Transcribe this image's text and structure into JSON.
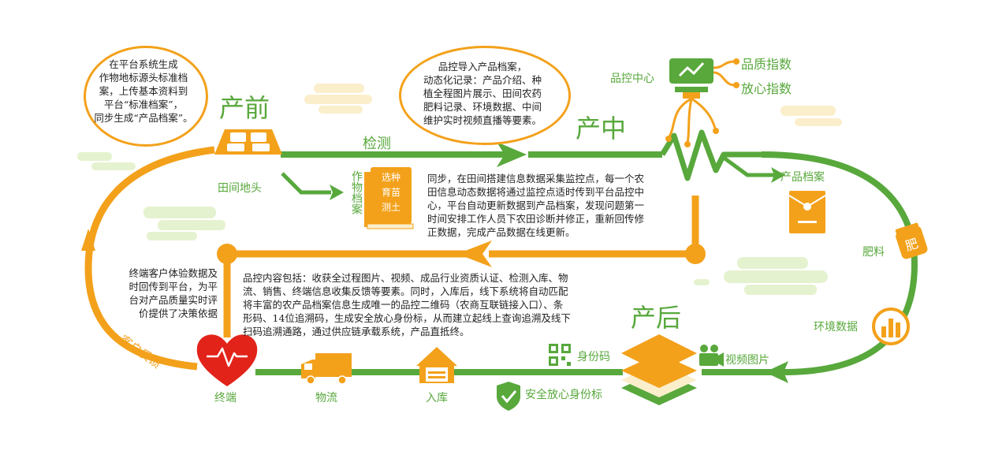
{
  "colors": {
    "green": "#58a83c",
    "orange": "#f3a11b",
    "light_green": "#e5f2cf",
    "light_yellow": "#fbeecb"
  },
  "stages": {
    "pre": "产前",
    "mid": "产中",
    "post": "产后"
  },
  "bubbles": {
    "pre": [
      "在平台系统生成",
      "作物地标源头标准档",
      "案，上传基本资料到",
      "平台“标准档案”，",
      "同步生成“产品档案”。"
    ],
    "mid": [
      "品控导入产品档案，",
      "动态化记录：产品介绍、种",
      "植全程图片展示、田间农药",
      "肥料记录、环境数据、中间",
      "维护实时视频直播等要素。"
    ]
  },
  "labels": {
    "field": "田间地头",
    "detect": "检测",
    "crop_archive": "作物档案",
    "book": [
      "选种",
      "育苗",
      "测土"
    ],
    "qc_center": "品控中心",
    "quality_index": "品质指数",
    "safe_index": "放心指数",
    "product_archive": "产品档案",
    "fertilizer": "肥料",
    "fertilizer_bag": "肥",
    "env_data": "环境数据",
    "video": "视频图片",
    "id_code": "身份码",
    "safe_id": "安全放心身份标",
    "warehouse": "入库",
    "logistics": "物流",
    "terminal": "终端",
    "feedback": "客户反馈"
  },
  "paragraphs": {
    "mid": [
      "同步，在田间搭建信息数据采集监控点，每一个农",
      "田信息动态数据将通过监控点适时传到平台品控中",
      "心，平台自动更新数据到产品档案，发现问题第一",
      "时间安排工作人员下农田诊断并修正，重新回传修",
      "正数据，完成产品数据在线更新。"
    ],
    "post": [
      "品控内容包括：收获全过程图片、视频、成品行业资质认证、检测入库、物",
      "流、销售、终端信息收集反馈等要素。同时，入库后，线下系统将自动匹配",
      "将丰富的农产品档案信息生成唯一的品控二维码（农商互联链接入口）、条",
      "形码、14位追溯码，生成安全放心身份标，从而建立起线上查询追溯及线下",
      "扫码追溯通路，通过供应链承载系统，产品直抵终。"
    ],
    "feedback": [
      "终端客户体验数据及",
      "时回传到平台，为平",
      "台对产品质量实时评",
      "价提供了决策依据"
    ]
  }
}
